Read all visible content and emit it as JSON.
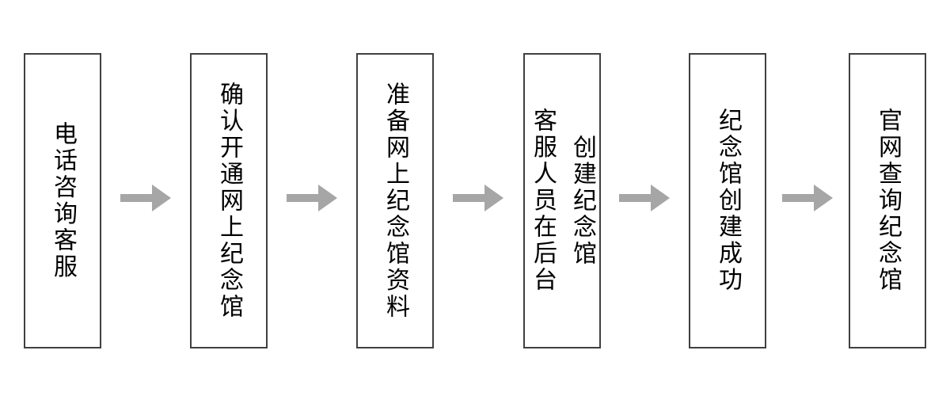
{
  "diagram": {
    "type": "flowchart",
    "direction": "left-to-right",
    "steps": [
      {
        "label": "电话咨询客服"
      },
      {
        "label": "确认开通网上纪念馆"
      },
      {
        "label": "准备网上纪念馆资料"
      },
      {
        "label": "客服人员在后台\n创建纪念馆"
      },
      {
        "label": "纪念馆创建成功"
      },
      {
        "label": "官网查询纪念馆"
      }
    ],
    "connector": {
      "icon": "arrow-right-icon",
      "count": 5
    },
    "colors": {
      "background": "#ffffff",
      "box_fill": "#ffffff",
      "box_border": "#404040",
      "text": "#000000",
      "arrow": "#a6a6a6"
    }
  }
}
